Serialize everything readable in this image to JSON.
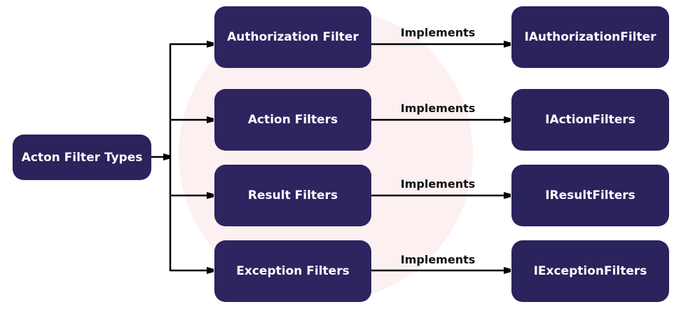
{
  "root": {
    "label": "Acton Filter Types"
  },
  "filters": [
    {
      "type": "Authorization Filter",
      "relation": "Implements",
      "interface": "IAuthorizationFilter"
    },
    {
      "type": "Action Filters",
      "relation": "Implements",
      "interface": "IActionFilters"
    },
    {
      "type": "Result Filters",
      "relation": "Implements",
      "interface": "IResultFilters"
    },
    {
      "type": "Exception Filters",
      "relation": "Implements",
      "interface": "IExceptionFilters"
    }
  ],
  "colors": {
    "box": "#2a235c",
    "line": "#000000",
    "watermark": "#fdf0f1"
  }
}
